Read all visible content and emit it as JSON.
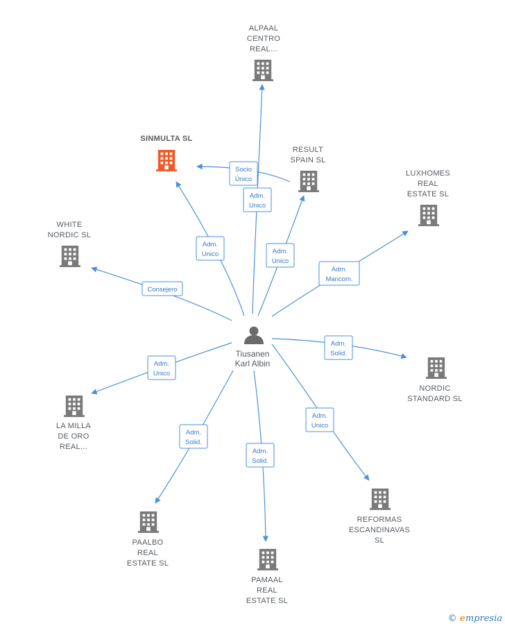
{
  "center": {
    "name_lines": [
      "Tiusanen",
      "Karl Albin"
    ],
    "icon": "person-icon"
  },
  "colors": {
    "edge": "#4a90d9",
    "company": "#7a7a7a",
    "highlight": "#f05a28"
  },
  "nodes": [
    {
      "id": "alpaal",
      "lines": [
        "ALPAAL",
        "CENTRO",
        "REAL..."
      ],
      "icon": "building-icon"
    },
    {
      "id": "sinmulta",
      "lines": [
        "SINMULTA  SL"
      ],
      "icon": "building-icon",
      "highlight": true
    },
    {
      "id": "result",
      "lines": [
        "RESULT",
        "SPAIN SL"
      ],
      "icon": "building-icon"
    },
    {
      "id": "luxhomes",
      "lines": [
        "LUXHOMES",
        "REAL",
        "ESTATE  SL"
      ],
      "icon": "building-icon"
    },
    {
      "id": "white",
      "lines": [
        "WHITE",
        "NORDIC  SL"
      ],
      "icon": "building-icon"
    },
    {
      "id": "nordic",
      "lines": [
        "NORDIC",
        "STANDARD  SL"
      ],
      "icon": "building-icon"
    },
    {
      "id": "lamilla",
      "lines": [
        "LA MILLA",
        "DE ORO",
        "REAL..."
      ],
      "icon": "building-icon"
    },
    {
      "id": "reformas",
      "lines": [
        "REFORMAS",
        "ESCANDINAVAS",
        "SL"
      ],
      "icon": "building-icon"
    },
    {
      "id": "paalbo",
      "lines": [
        "PAALBO",
        "REAL",
        "ESTATE  SL"
      ],
      "icon": "building-icon"
    },
    {
      "id": "pamaal",
      "lines": [
        "PAMAAL",
        "REAL",
        "ESTATE  SL"
      ],
      "icon": "building-icon"
    }
  ],
  "edges": [
    {
      "id": "e-alpaal",
      "lines": [
        "Adm.",
        "Unico"
      ]
    },
    {
      "id": "e-result-sinmulta",
      "lines": [
        "Socio",
        "Único"
      ]
    },
    {
      "id": "e-sinmulta",
      "lines": [
        "Adm.",
        "Unico"
      ]
    },
    {
      "id": "e-result",
      "lines": [
        "Adm.",
        "Unico"
      ]
    },
    {
      "id": "e-luxhomes",
      "lines": [
        "Adm.",
        "Mancom."
      ]
    },
    {
      "id": "e-white",
      "lines": [
        "Consejero"
      ]
    },
    {
      "id": "e-nordic",
      "lines": [
        "Adm.",
        "Solid."
      ]
    },
    {
      "id": "e-lamilla",
      "lines": [
        "Adm.",
        "Unico"
      ]
    },
    {
      "id": "e-reformas",
      "lines": [
        "Adm.",
        "Unico"
      ]
    },
    {
      "id": "e-paalbo",
      "lines": [
        "Adm.",
        "Solid."
      ]
    },
    {
      "id": "e-pamaal",
      "lines": [
        "Adm.",
        "Solid."
      ]
    }
  ],
  "footer": {
    "copyright": "©",
    "brand_first": "e",
    "brand_rest": "mpresia"
  }
}
